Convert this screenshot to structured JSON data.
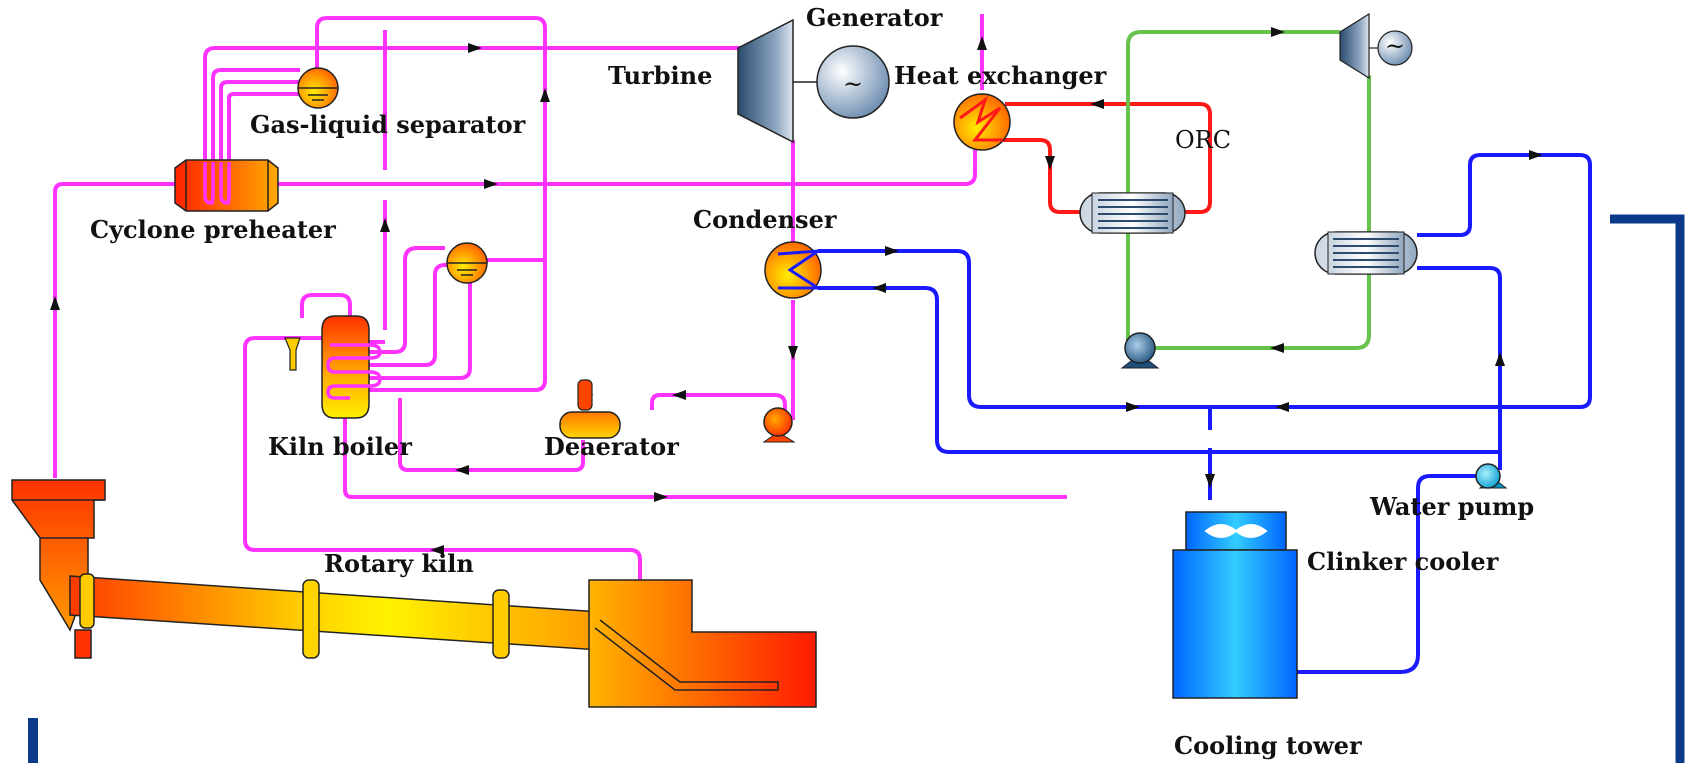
{
  "labels": {
    "generator": "Generator",
    "turbine": "Turbine",
    "heat_exchanger": "Heat exchanger",
    "gas_liquid_separator": "Gas-liquid separator",
    "orc": "ORC",
    "cyclone_preheater": "Cyclone preheater",
    "condenser": "Condenser",
    "kiln_boiler": "Kiln boiler",
    "deaerator": "Deaerator",
    "water_pump": "Water pump",
    "rotary_kiln": "Rotary kiln",
    "clinker_cooler": "Clinker cooler",
    "cooling_tower": "Cooling tower"
  },
  "generator_symbol": "~",
  "colors": {
    "steam_line": "#ff33ff",
    "cooling_water": "#1a1aff",
    "orc_hot_loop": "#ff1a1a",
    "orc_working_fluid": "#66c24a",
    "frame": "#0b3a8a",
    "equipment_hot": "#ff2a00",
    "equipment_warm": "#ffee00",
    "cooling_tower": "#1aa3ff"
  }
}
